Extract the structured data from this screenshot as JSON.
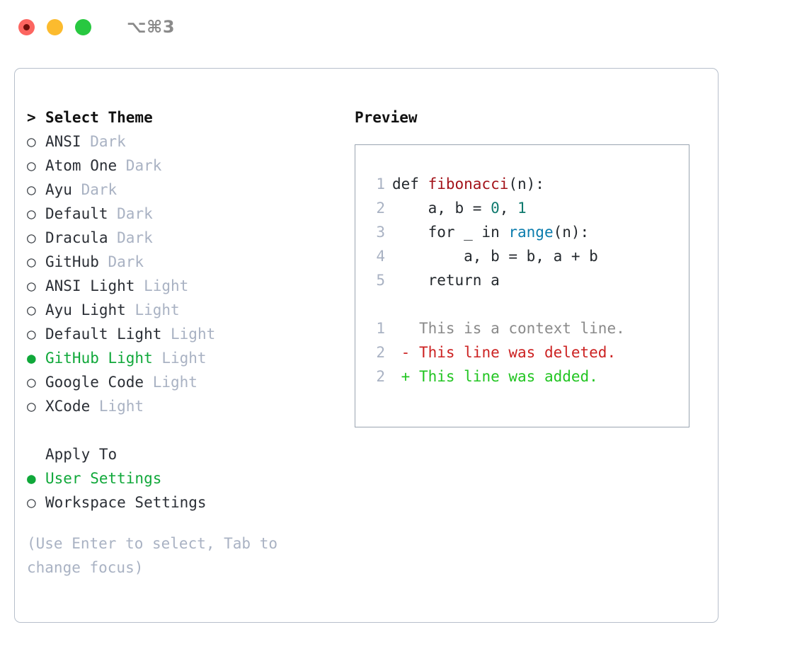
{
  "titlebar": {
    "shortcut": "⌥⌘3",
    "lights": [
      "close-red",
      "minimize-yellow",
      "maximize-green"
    ]
  },
  "theme_picker": {
    "header": "Select Theme",
    "caret": ">",
    "bullet_empty": "○",
    "bullet_filled": "●",
    "items": [
      {
        "name": "ANSI",
        "variant": "Dark",
        "selected": false
      },
      {
        "name": "Atom One",
        "variant": "Dark",
        "selected": false
      },
      {
        "name": "Ayu",
        "variant": "Dark",
        "selected": false
      },
      {
        "name": "Default",
        "variant": "Dark",
        "selected": false
      },
      {
        "name": "Dracula",
        "variant": "Dark",
        "selected": false
      },
      {
        "name": "GitHub",
        "variant": "Dark",
        "selected": false
      },
      {
        "name": "ANSI Light",
        "variant": "Light",
        "selected": false
      },
      {
        "name": "Ayu Light",
        "variant": "Light",
        "selected": false
      },
      {
        "name": "Default Light",
        "variant": "Light",
        "selected": false
      },
      {
        "name": "GitHub Light",
        "variant": "Light",
        "selected": true
      },
      {
        "name": "Google Code",
        "variant": "Light",
        "selected": false
      },
      {
        "name": "XCode",
        "variant": "Light",
        "selected": false
      }
    ]
  },
  "apply_to": {
    "header": "Apply To",
    "options": [
      {
        "label": "User Settings",
        "selected": true
      },
      {
        "label": "Workspace Settings",
        "selected": false
      }
    ]
  },
  "hint": "(Use Enter to select, Tab to change focus)",
  "preview": {
    "title": "Preview",
    "code_lines": [
      {
        "num": "1",
        "segments": [
          {
            "text": "def ",
            "kind": "plain"
          },
          {
            "text": "fibonacci",
            "kind": "fn"
          },
          {
            "text": "(n):",
            "kind": "plain"
          }
        ]
      },
      {
        "num": "2",
        "segments": [
          {
            "text": "    a, b = ",
            "kind": "plain"
          },
          {
            "text": "0",
            "kind": "num"
          },
          {
            "text": ", ",
            "kind": "plain"
          },
          {
            "text": "1",
            "kind": "num"
          }
        ]
      },
      {
        "num": "3",
        "segments": [
          {
            "text": "    for _ in ",
            "kind": "plain"
          },
          {
            "text": "range",
            "kind": "call"
          },
          {
            "text": "(n):",
            "kind": "plain"
          }
        ]
      },
      {
        "num": "4",
        "segments": [
          {
            "text": "        a, b = b, a + b",
            "kind": "plain"
          }
        ]
      },
      {
        "num": "5",
        "segments": [
          {
            "text": "    return a",
            "kind": "plain"
          }
        ]
      }
    ],
    "diff_lines": [
      {
        "num": "1",
        "marker": " ",
        "text": "This is a context line.",
        "kind": "context"
      },
      {
        "num": "2",
        "marker": "-",
        "text": "This line was deleted.",
        "kind": "deleted"
      },
      {
        "num": "2",
        "marker": "+",
        "text": "This line was added.",
        "kind": "added"
      }
    ]
  },
  "colors": {
    "accent_green": "#10a83a",
    "diff_added": "#22c522",
    "diff_deleted": "#cc2222",
    "muted": "#a9b2c3",
    "border": "#9aa5b1",
    "fn_red": "#a3131a",
    "num_teal": "#0f7a6e",
    "call_blue": "#0b7cad"
  }
}
